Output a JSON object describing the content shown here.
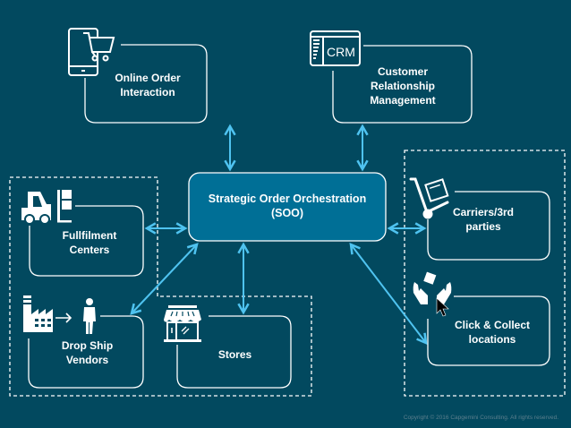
{
  "diagram": {
    "colors": {
      "background": "#02495f",
      "hub_fill": "#006f96",
      "line": "#ffffff",
      "arrow": "#4fc3f0"
    },
    "hub": {
      "label": "Strategic Order Orchestration (SOO)",
      "line1": "Strategic Order Orchestration",
      "line2": "(SOO)"
    },
    "nodes": [
      {
        "id": "online",
        "line1": "Online Order Interaction",
        "line2": "",
        "icon": "mobile-cart-icon"
      },
      {
        "id": "crm",
        "line1": "Customer",
        "line2": "Relationship",
        "line3": "Management",
        "icon": "crm-window-icon",
        "icon_text": "CRM"
      },
      {
        "id": "fulfilment",
        "line1": "Fullfilment",
        "line2": "Centers",
        "icon": "forklift-icon"
      },
      {
        "id": "dropship",
        "line1": "Drop Ship",
        "line2": "Vendors",
        "icon": "factory-to-person-icon"
      },
      {
        "id": "stores",
        "line1": "Stores",
        "line2": "",
        "icon": "storefront-icon"
      },
      {
        "id": "carriers",
        "line1": "Carriers/3rd",
        "line2": "parties",
        "icon": "hand-truck-icon"
      },
      {
        "id": "clickcollect",
        "line1": "Click & Collect",
        "line2": "locations",
        "icon": "hands-box-icon"
      }
    ],
    "connections": [
      {
        "from": "online",
        "to": "hub",
        "direction": "both"
      },
      {
        "from": "crm",
        "to": "hub",
        "direction": "both"
      },
      {
        "from": "fulfilment",
        "to": "hub",
        "direction": "both"
      },
      {
        "from": "dropship",
        "to": "hub",
        "direction": "both"
      },
      {
        "from": "stores",
        "to": "hub",
        "direction": "both"
      },
      {
        "from": "carriers",
        "to": "hub",
        "direction": "both"
      },
      {
        "from": "clickcollect",
        "to": "hub",
        "direction": "both"
      }
    ],
    "groups": [
      {
        "id": "internal-group",
        "members": [
          "fulfilment",
          "dropship",
          "stores"
        ],
        "style": "dashed"
      },
      {
        "id": "external-group",
        "members": [
          "carriers",
          "clickcollect"
        ],
        "style": "dashed"
      }
    ]
  },
  "footer": {
    "copyright": "Copyright © 2016 Capgemini Consulting. All rights reserved."
  }
}
